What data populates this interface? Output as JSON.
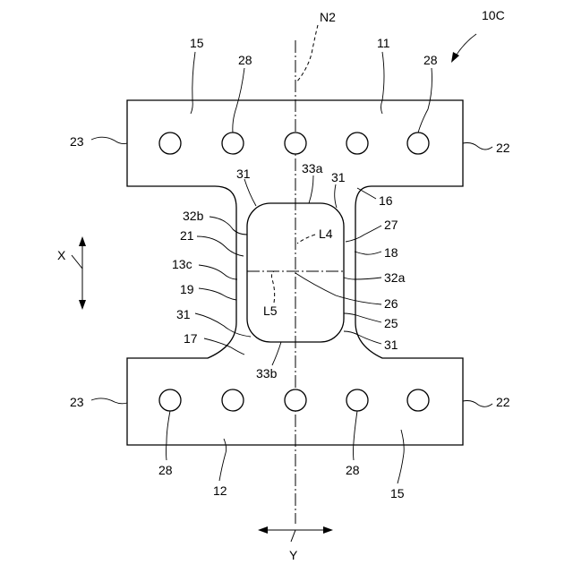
{
  "figure_ref": "10C",
  "axis_label": "N2",
  "direction_x": "X",
  "direction_y": "Y",
  "labels": {
    "plate_top_left_15": "15",
    "plate_top_11": "11",
    "hole_top_28_left": "28",
    "hole_top_28_right": "28",
    "edge_left_top_23": "23",
    "edge_right_top_22": "22",
    "corner_31_upper_left": "31",
    "label_33a": "33a",
    "corner_31_upper_right": "31",
    "label_16": "16",
    "label_32b": "32b",
    "label_27": "27",
    "label_L4": "L4",
    "label_21": "21",
    "label_18": "18",
    "label_13c": "13c",
    "label_32a": "32a",
    "label_19": "19",
    "label_26": "26",
    "label_L5": "L5",
    "corner_31_lower_left": "31",
    "label_25": "25",
    "label_17": "17",
    "corner_31_lower_right": "31",
    "label_33b": "33b",
    "edge_left_bottom_23": "23",
    "edge_right_bottom_22": "22",
    "hole_bottom_28_left": "28",
    "hole_bottom_28_right": "28",
    "plate_bottom_12": "12",
    "plate_bottom_right_15": "15"
  }
}
